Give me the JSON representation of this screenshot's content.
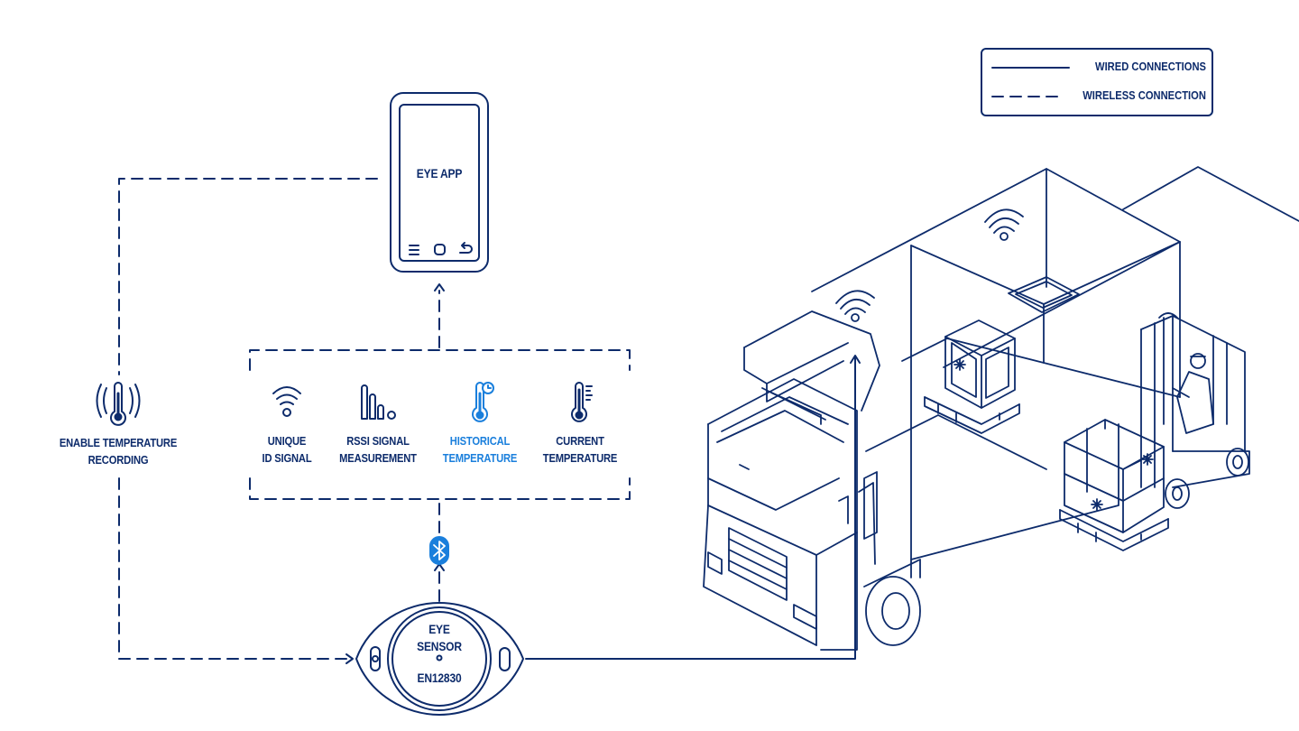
{
  "legend": {
    "wired_label": "WIRED CONNECTIONS",
    "wireless_label": "WIRELESS CONNECTION"
  },
  "phone": {
    "app_label": "EYE APP",
    "nav_icons": [
      "menu-icon",
      "home-icon",
      "back-icon"
    ]
  },
  "left_action": {
    "icon": "temperature-wireless-icon",
    "line1": "ENABLE TEMPERATURE",
    "line2": "RECORDING"
  },
  "features": [
    {
      "icon": "wifi-signal-icon",
      "line1": "UNIQUE",
      "line2": "ID SIGNAL",
      "highlight": false
    },
    {
      "icon": "signal-bars-icon",
      "line1": "RSSI SIGNAL",
      "line2": "MEASUREMENT",
      "highlight": false
    },
    {
      "icon": "thermometer-clock-icon",
      "line1": "HISTORICAL",
      "line2": "TEMPERATURE",
      "highlight": true
    },
    {
      "icon": "thermometer-icon",
      "line1": "CURRENT",
      "line2": "TEMPERATURE",
      "highlight": false
    }
  ],
  "bluetooth": {
    "icon": "bluetooth-icon"
  },
  "sensor": {
    "line1": "EYE",
    "line2": "SENSOR",
    "line3": "EN12830"
  },
  "scene": {
    "icon": "refrigerated-truck-illustration"
  },
  "colors": {
    "primary": "#0d2b6b",
    "accent": "#1a7fdc",
    "background": "#ffffff"
  }
}
